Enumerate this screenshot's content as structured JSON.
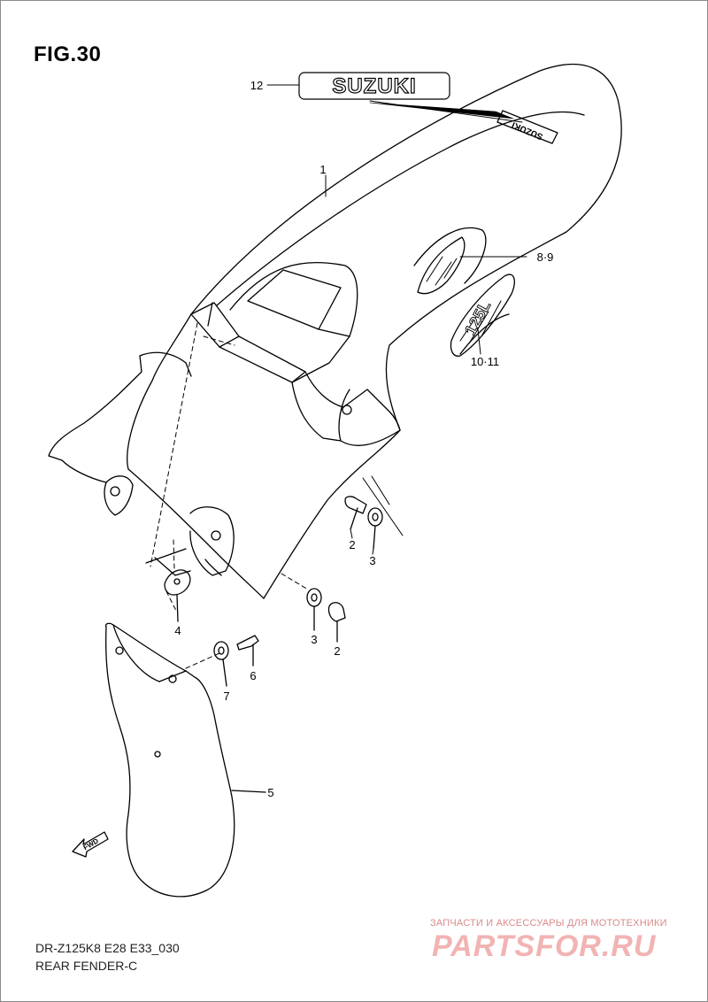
{
  "figure": {
    "title": "FIG.30",
    "model_code": "DR-Z125K8 E28 E33_030",
    "section_name": "REAR FENDER-C"
  },
  "callouts": {
    "c1": "1",
    "c2a": "2",
    "c2b": "2",
    "c3a": "3",
    "c3b": "3",
    "c4": "4",
    "c5": "5",
    "c6": "6",
    "c7": "7",
    "c89": "8·9",
    "c1011": "10·11",
    "c12": "12"
  },
  "decals": {
    "brand": "SUZUKI",
    "model": "125L",
    "fwd": "FWD"
  },
  "watermark": {
    "caption": "ЗАПЧАСТИ И АКСЕССУАРЫ ДЛЯ МОТОТЕХНИКИ",
    "logo": "PARTSFOR.RU"
  }
}
